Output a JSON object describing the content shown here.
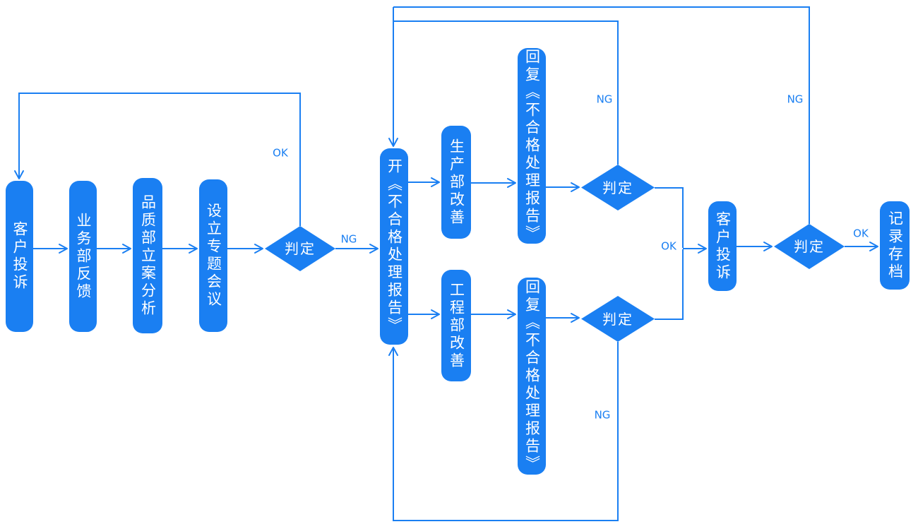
{
  "diagram": {
    "type": "flowchart",
    "colors": {
      "shape_fill": "#1a7ff2",
      "line": "#1a7ff2",
      "shape_text": "#ffffff",
      "edge_label_text": "#1a7ff2",
      "background": "#ffffff"
    },
    "nodes": {
      "customer_complaint_1": {
        "label": "客户投诉",
        "shape": "rounded-rect"
      },
      "business_dept_feedback": {
        "label": "业务部反馈",
        "shape": "rounded-rect"
      },
      "quality_dept_case_analysis": {
        "label": "品质部立案分析",
        "shape": "rounded-rect"
      },
      "setup_special_meeting": {
        "label": "设立专题会议",
        "shape": "rounded-rect"
      },
      "decision_1": {
        "label": "判定",
        "shape": "diamond"
      },
      "open_nonconforming_report": {
        "label": "开《不合格处理报告》",
        "shape": "rounded-rect"
      },
      "production_dept_improvement": {
        "label": "生产部改善",
        "shape": "rounded-rect"
      },
      "reply_nonconforming_report_top": {
        "label": "回复《不合格处理报告》",
        "shape": "rounded-rect"
      },
      "decision_2": {
        "label": "判定",
        "shape": "diamond"
      },
      "engineering_dept_improvement": {
        "label": "工程部改善",
        "shape": "rounded-rect"
      },
      "reply_nonconforming_report_bottom": {
        "label": "回复《不合格处理报告》",
        "shape": "rounded-rect"
      },
      "decision_3": {
        "label": "判定",
        "shape": "diamond"
      },
      "customer_complaint_2": {
        "label": "客户投诉",
        "shape": "rounded-rect"
      },
      "decision_4": {
        "label": "判定",
        "shape": "diamond"
      },
      "record_archive": {
        "label": "记录存档",
        "shape": "rounded-rect"
      }
    },
    "edge_labels": {
      "d1_ok": "OK",
      "d1_ng": "NG",
      "d2_ng": "NG",
      "d3_ng": "NG",
      "ok_join": "OK",
      "d4_ng": "NG",
      "d4_ok": "OK"
    },
    "edges": [
      {
        "from": "customer_complaint_1",
        "to": "business_dept_feedback",
        "label": ""
      },
      {
        "from": "business_dept_feedback",
        "to": "quality_dept_case_analysis",
        "label": ""
      },
      {
        "from": "quality_dept_case_analysis",
        "to": "setup_special_meeting",
        "label": ""
      },
      {
        "from": "setup_special_meeting",
        "to": "decision_1",
        "label": ""
      },
      {
        "from": "decision_1",
        "to": "customer_complaint_1",
        "label": "OK"
      },
      {
        "from": "decision_1",
        "to": "open_nonconforming_report",
        "label": "NG"
      },
      {
        "from": "open_nonconforming_report",
        "to": "production_dept_improvement",
        "label": ""
      },
      {
        "from": "production_dept_improvement",
        "to": "reply_nonconforming_report_top",
        "label": ""
      },
      {
        "from": "reply_nonconforming_report_top",
        "to": "decision_2",
        "label": ""
      },
      {
        "from": "decision_2",
        "to": "open_nonconforming_report",
        "label": "NG"
      },
      {
        "from": "decision_2",
        "to": "customer_complaint_2",
        "label": "OK"
      },
      {
        "from": "open_nonconforming_report",
        "to": "engineering_dept_improvement",
        "label": ""
      },
      {
        "from": "engineering_dept_improvement",
        "to": "reply_nonconforming_report_bottom",
        "label": ""
      },
      {
        "from": "reply_nonconforming_report_bottom",
        "to": "decision_3",
        "label": ""
      },
      {
        "from": "decision_3",
        "to": "open_nonconforming_report",
        "label": "NG"
      },
      {
        "from": "decision_3",
        "to": "customer_complaint_2",
        "label": "OK"
      },
      {
        "from": "customer_complaint_2",
        "to": "decision_4",
        "label": ""
      },
      {
        "from": "decision_4",
        "to": "open_nonconforming_report",
        "label": "NG"
      },
      {
        "from": "decision_4",
        "to": "record_archive",
        "label": "OK"
      }
    ]
  }
}
